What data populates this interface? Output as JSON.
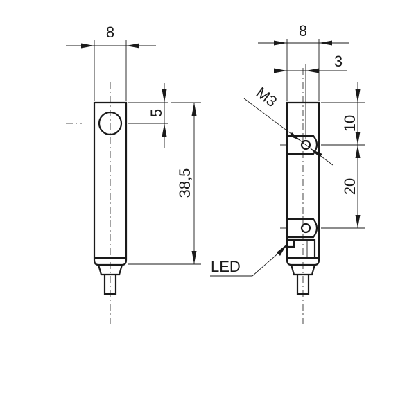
{
  "dimensions": {
    "front_width": "8",
    "side_width": "8",
    "side_offset": "3",
    "hole_offset": "5",
    "body_length": "38,5",
    "top_to_hole": "10",
    "hole_spacing": "20"
  },
  "labels": {
    "thread": "M3",
    "led": "LED"
  }
}
